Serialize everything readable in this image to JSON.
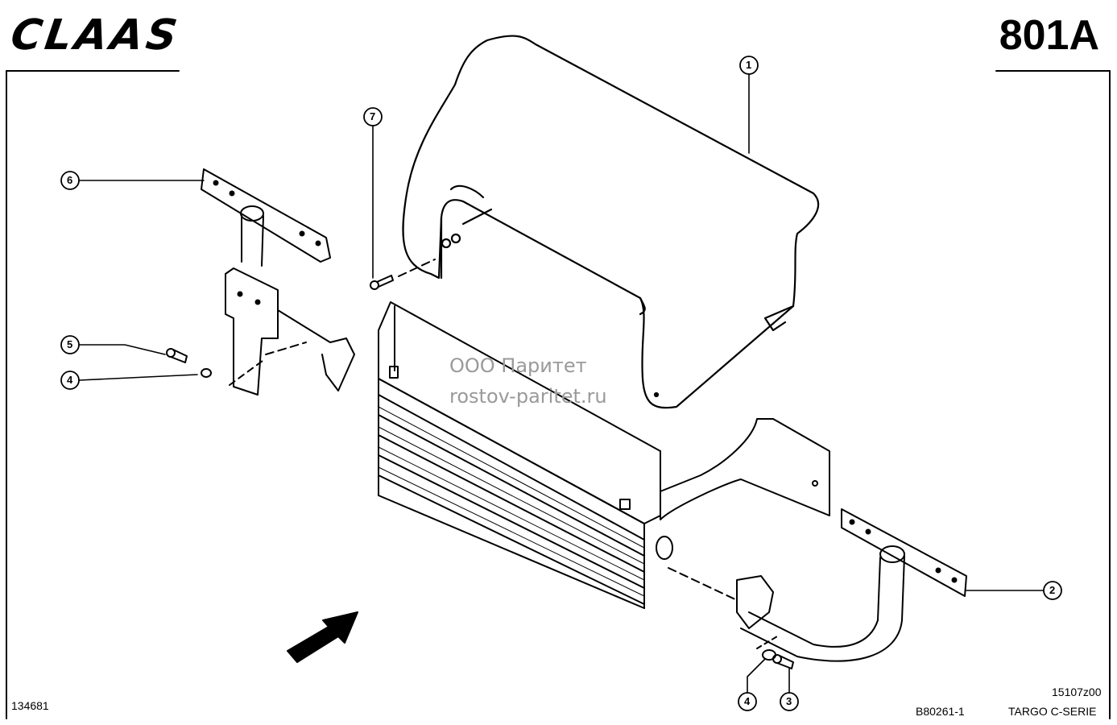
{
  "header": {
    "brand_logo": "CLAAS",
    "page_code": "801A"
  },
  "watermark": {
    "line1": "ООО Паритет",
    "line2": "rostov-paritet.ru"
  },
  "callouts": [
    "1",
    "7",
    "6",
    "5",
    "4",
    "2",
    "4",
    "3"
  ],
  "footer": {
    "left_code": "134681",
    "drawing_code": "15107z00",
    "part_code": "B80261-1",
    "series": "TARGO C-SERIE"
  },
  "colors": {
    "ink": "#000000",
    "paper": "#ffffff",
    "watermark": "#9a9a9a"
  }
}
